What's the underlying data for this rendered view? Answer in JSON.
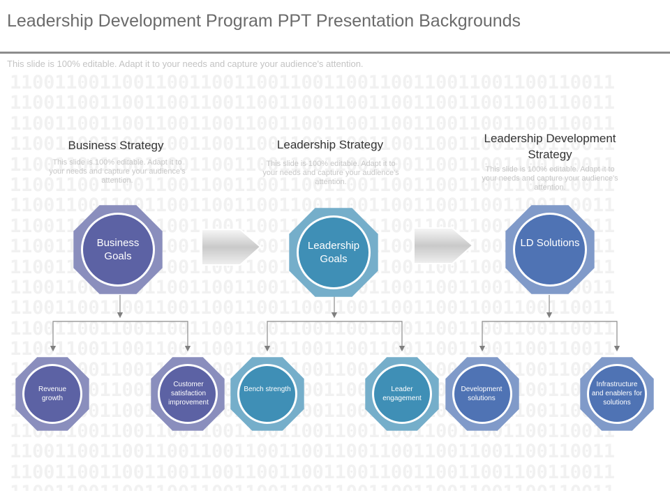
{
  "header": {
    "title": "Leadership Development Program PPT Presentation Backgrounds",
    "subtitle": "This slide is 100% editable. Adapt it to your needs and capture your audience's attention."
  },
  "background": {
    "pattern_text": "110011001100110011001100110011001100110011001100110011"
  },
  "columns": [
    {
      "heading": "Business Strategy",
      "description": "This slide is 100% editable. Adapt it to your needs and capture your audience's attention.",
      "goal": "Business Goals",
      "color": "#5c62a4",
      "subitems": [
        "Revenue growth",
        "Customer satisfaction improvement"
      ]
    },
    {
      "heading": "Leadership Strategy",
      "description": "This slide is 100% editable. Adapt it to your needs and capture your audience's attention.",
      "goal": "Leadership Goals",
      "color": "#3f8fb6",
      "subitems": [
        "Bench strength",
        "Leader engagement"
      ]
    },
    {
      "heading": "Leadership Development Strategy",
      "description": "This slide is 100% editable. Adapt it to your needs and capture your audience's attention.",
      "goal": "LD Solutions",
      "color": "#4f73b4",
      "subitems": [
        "Development solutions",
        "Infrastructure and enablers for solutions"
      ]
    }
  ]
}
